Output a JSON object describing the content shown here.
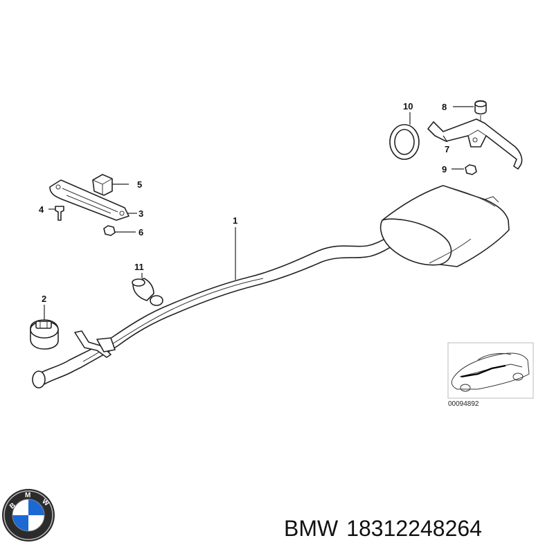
{
  "callouts": {
    "c1": "1",
    "c2": "2",
    "c3": "3",
    "c4": "4",
    "c5": "5",
    "c6": "6",
    "c7": "7",
    "c8": "8",
    "c9": "9",
    "c10": "10",
    "c11": "11"
  },
  "inset": {
    "diagram_id": "00094892"
  },
  "brand": {
    "logo_letters": [
      "B",
      "M",
      "W"
    ]
  },
  "caption": {
    "make": "BMW",
    "part_number": "18312248264"
  },
  "colors": {
    "line": "#222222",
    "bmw_blue": "#1c69d4",
    "bmw_ring": "#111111"
  }
}
